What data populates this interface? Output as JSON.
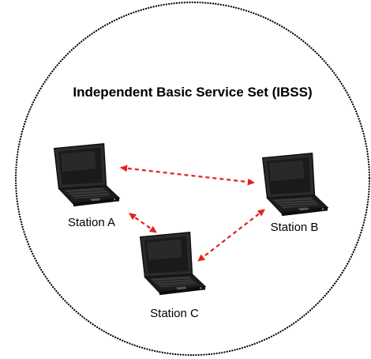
{
  "diagram": {
    "title": "Independent Basic Service Set (IBSS)",
    "stations": [
      {
        "id": "a",
        "label": "Station A",
        "icon": "laptop-icon"
      },
      {
        "id": "b",
        "label": "Station B",
        "icon": "laptop-icon"
      },
      {
        "id": "c",
        "label": "Station C",
        "icon": "laptop-icon"
      }
    ],
    "links": [
      {
        "from": "a",
        "to": "b"
      },
      {
        "from": "a",
        "to": "c"
      },
      {
        "from": "b",
        "to": "c"
      }
    ],
    "colors": {
      "boundary": "#000000",
      "link": "#e3211c",
      "laptop_body": "#1c1c1c",
      "laptop_screen": "#2e2e2e"
    }
  }
}
